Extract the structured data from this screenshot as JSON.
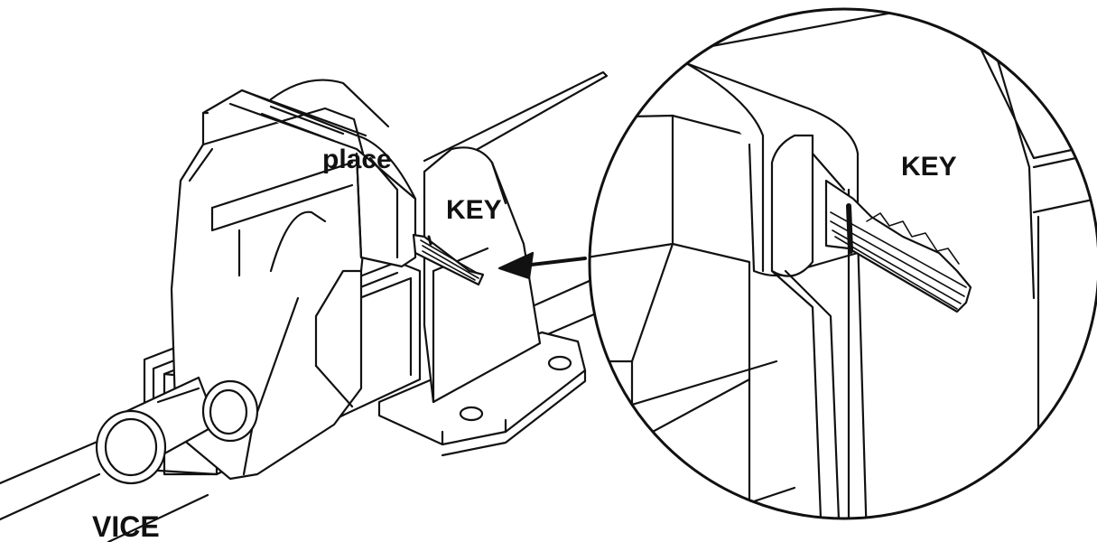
{
  "labels": {
    "place": "place",
    "key_main": "KEY",
    "key_detail": "KEY",
    "vice": "VICE"
  },
  "colors": {
    "line": "#111111",
    "background": "#ffffff"
  }
}
